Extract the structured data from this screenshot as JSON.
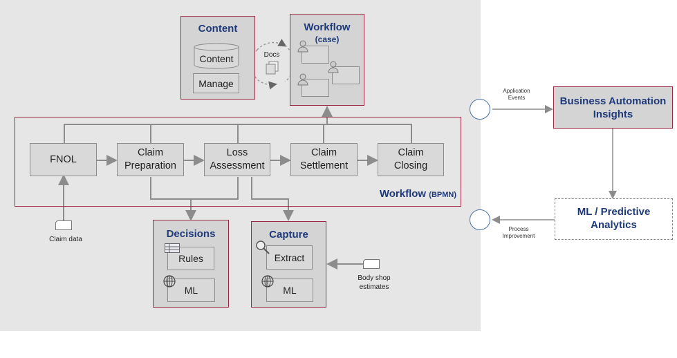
{
  "content": {
    "title": "Content",
    "content_label": "Content",
    "manage_label": "Manage",
    "docs_label": "Docs"
  },
  "workflow_case": {
    "title": "Workflow",
    "subtitle": "(case)"
  },
  "bpmn": {
    "title": "Workflow",
    "title_suffix": "(BPMN)",
    "steps": [
      {
        "line1": "FNOL",
        "line2": ""
      },
      {
        "line1": "Claim",
        "line2": "Preparation"
      },
      {
        "line1": "Loss",
        "line2": "Assessment"
      },
      {
        "line1": "Claim",
        "line2": "Settlement"
      },
      {
        "line1": "Claim",
        "line2": "Closing"
      }
    ]
  },
  "decisions": {
    "title": "Decisions",
    "rules_label": "Rules",
    "ml_label": "ML"
  },
  "capture": {
    "title": "Capture",
    "extract_label": "Extract",
    "ml_label": "ML"
  },
  "inputs": {
    "claim_data": "Claim data",
    "body_shop_line1": "Body shop",
    "body_shop_line2": "estimates"
  },
  "bai": {
    "line1": "Business Automation",
    "line2": "Insights",
    "events_line1": "Application",
    "events_line2": "Events"
  },
  "ml_analytics": {
    "line1": "ML / Predictive",
    "line2": "Analytics",
    "improvement_line1": "Process",
    "improvement_line2": "Improvement"
  },
  "colors": {
    "accent_border": "#9b2743",
    "title_blue": "#1f3a7a",
    "panel_gray": "#e6e6e6"
  }
}
